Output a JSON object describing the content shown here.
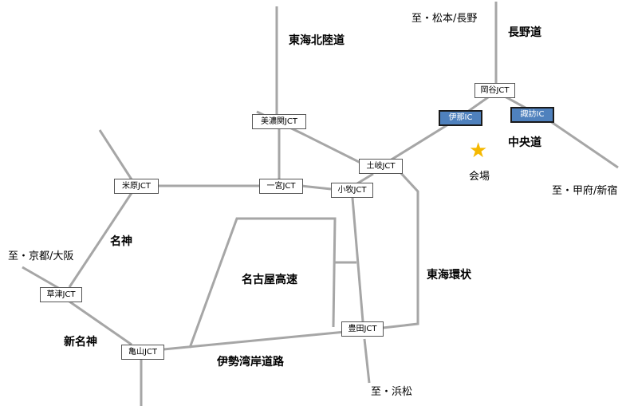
{
  "colors": {
    "road": "#a6a6a6",
    "ic_fill": "#4f81bd",
    "star": "#f5b800"
  },
  "junctions": {
    "okaya": "岡谷JCT",
    "mino": "美濃関JCT",
    "toki": "土岐JCT",
    "ichinomiya": "一宮JCT",
    "maibara": "米原JCT",
    "komaki": "小牧JCT",
    "kusatsu": "草津JCT",
    "toyota": "豊田JCT",
    "kameyama": "亀山JCT"
  },
  "interchanges": {
    "ina": "伊那IC",
    "suwa": "諏訪IC"
  },
  "roads": {
    "tokai_hokuriku": "東海北陸道",
    "nagano": "長野道",
    "chuo": "中央道",
    "meishin": "名神",
    "nagoya_kosoku": "名古屋高速",
    "tokai_kanjo": "東海環状",
    "shin_meishin": "新名神",
    "isewangan": "伊勢湾岸道路"
  },
  "destinations": {
    "matsumoto": "至・松本/長野",
    "kofu": "至・甲府/新宿",
    "kyoto": "至・京都/大阪",
    "hamamatsu": "至・浜松"
  },
  "venue": {
    "label": "会場",
    "icon": "star-icon"
  }
}
